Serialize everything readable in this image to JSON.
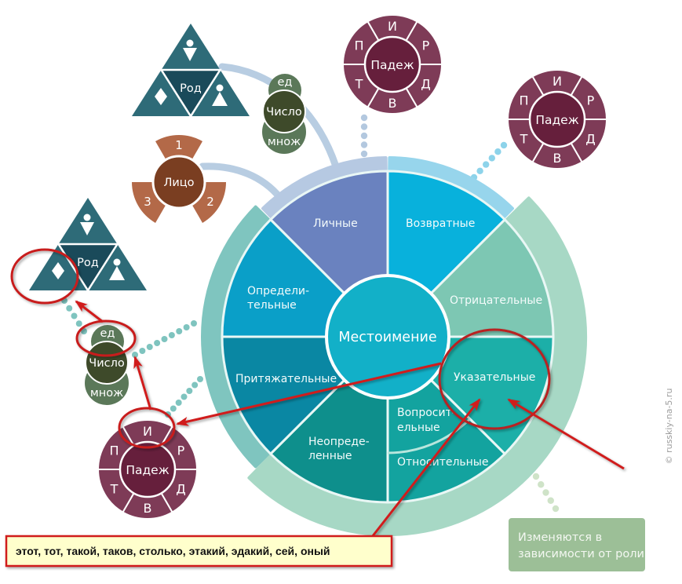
{
  "diagram": {
    "center_label": "Местоимение",
    "categories": {
      "lichnye": [
        "Личные"
      ],
      "vozvratnye": [
        "Возвратные"
      ],
      "otricatelnye": [
        "Отрицательные"
      ],
      "ukazatelnye": [
        "Указательные"
      ],
      "voprositelnye": [
        "Вопросит-",
        "ельные"
      ],
      "otnositelnye": [
        "Относительные"
      ],
      "neopredelennye": [
        "Неопреде-",
        "ленные"
      ],
      "prityazhatelnye": [
        "Притяжательные"
      ],
      "opredelitelnye": [
        "Определи-",
        "тельные"
      ]
    }
  },
  "features": {
    "gender": {
      "label": "Род"
    },
    "number": {
      "label": "Число",
      "singular": "ед",
      "plural": "множ"
    },
    "person": {
      "label": "Лицо",
      "values": [
        "1",
        "2",
        "3"
      ]
    },
    "case": {
      "label": "Падеж",
      "values": [
        "И",
        "Р",
        "Д",
        "В",
        "Т",
        "П"
      ]
    }
  },
  "annotations": {
    "examples": "этот, тот, такой, таков, столько, этакий, эдакий, сей, оный",
    "note": [
      "Изменяются в",
      "зависимости от роли"
    ]
  },
  "watermark": "© russkiy-na-5.ru",
  "colors": {
    "lichnye": "#6a82bf",
    "vozvratnye": "#08b1dc",
    "otricatelnye": "#7dc7b3",
    "ukazatelnye": "#1cafa8",
    "voprositelnye": "#13a39f",
    "neopredelennye": "#0e8f8c",
    "prityazhatelnye": "#0a87a3",
    "opredelitelnye": "#0a9fc8",
    "center": "#12b0c8",
    "band_lichnye": "#b6c9e2",
    "band_vozvratnye": "#97d5ec",
    "band_left": "#7fc5bf",
    "band_right": "#a7d8c5",
    "case_outer": "#7e3b57",
    "case_inner": "#661f3c",
    "number_outer": "#5b7859",
    "number_inner": "#3e4a2a",
    "person_petal": "#b36948",
    "person_center": "#7a3e21",
    "gender_outer": "#2e6b78",
    "gender_inner": "#1a4a5a",
    "annotation_red": "#d01c1c",
    "note_box": "#9cbf97",
    "example_box": "#ffffcc"
  }
}
